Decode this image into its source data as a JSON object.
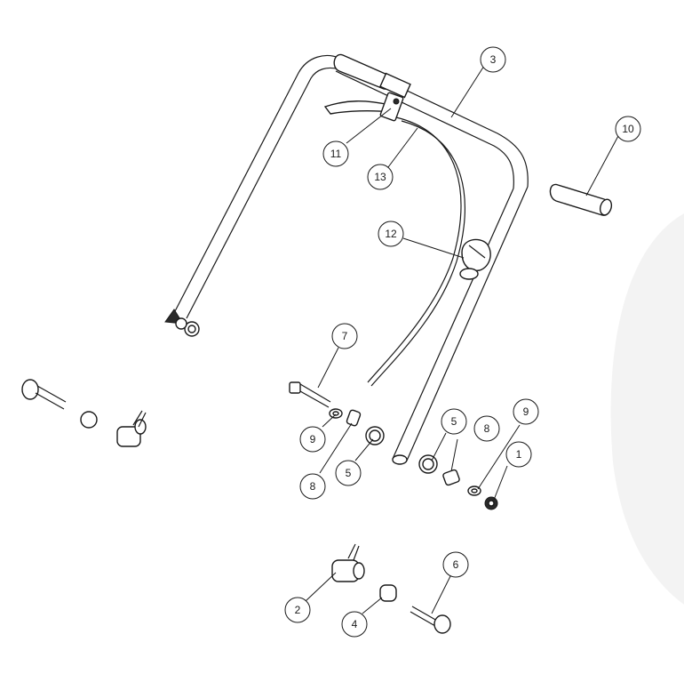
{
  "callouts": [
    "3",
    "10",
    "11",
    "13",
    "12",
    "7",
    "9",
    "8",
    "5",
    "5",
    "8",
    "9",
    "1",
    "2",
    "4",
    "6"
  ]
}
